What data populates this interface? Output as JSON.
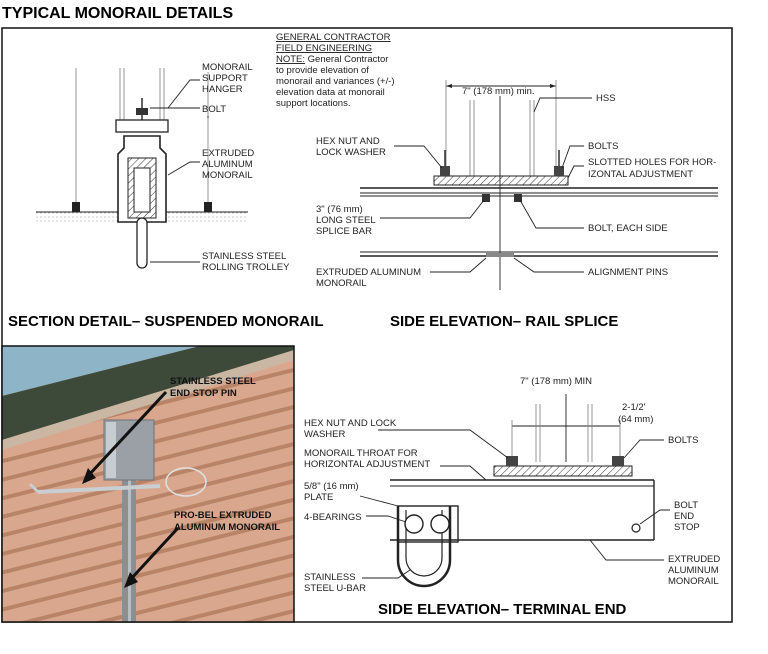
{
  "title": "TYPICAL MONORAIL DETAILS",
  "note": {
    "line1": "GENERAL CONTRACTOR",
    "line2": "FIELD ENGINEERING",
    "line3_note": "NOTE:",
    "line3_rest": " General Contractor",
    "line4": "to provide elevation of",
    "line5": "monorail and variances (+/-)",
    "line6": "elevation data at monorail",
    "line7": "support locations."
  },
  "section_detail": {
    "caption": "SECTION DETAIL– SUSPENDED MONORAIL",
    "labels": {
      "hanger1": "MONORAIL",
      "hanger2": "SUPPORT",
      "hanger3": "HANGER",
      "bolt": "BOLT",
      "ext1": "EXTRUDED",
      "ext2": "ALUMINUM",
      "ext3": "MONORAIL",
      "trolley1": "STAINLESS STEEL",
      "trolley2": "ROLLING TROLLEY"
    }
  },
  "rail_splice": {
    "caption": "SIDE ELEVATION– RAIL SPLICE",
    "labels": {
      "dim": "7\" (178 mm) min.",
      "hss": "HSS",
      "hex1": "HEX NUT AND",
      "hex2": "LOCK WASHER",
      "bolts": "BOLTS",
      "slot1": "SLOTTED HOLES FOR HOR-",
      "slot2": "IZONTAL ADJUSTMENT",
      "splice1": "3\" (76 mm)",
      "splice2": "LONG STEEL",
      "splice3": "SPLICE BAR",
      "bolt_each": "BOLT, EACH SIDE",
      "ext1": "EXTRUDED ALUMINUM",
      "ext2": "MONORAIL",
      "pins": "ALIGNMENT PINS"
    }
  },
  "photo": {
    "label_pin1": "STAINLESS STEEL",
    "label_pin2": "END  STOP PIN",
    "label_rail1": "PRO-BEL EXTRUDED",
    "label_rail2": "ALUMINUM MONORAIL"
  },
  "terminal_end": {
    "caption": "SIDE ELEVATION– TERMINAL END",
    "labels": {
      "dim": "7\" (178 mm) MIN",
      "dim2a": "2-1/2'",
      "dim2b": "(64 mm)",
      "hex1": "HEX NUT AND LOCK",
      "hex2": "WASHER",
      "bolts": "BOLTS",
      "throat1": "MONORAIL THROAT FOR",
      "throat2": "HORIZONTAL ADJUSTMENT",
      "plate1": "5/8\" (16 mm)",
      "plate2": "PLATE",
      "bearings": "4-BEARINGS",
      "stop1": "BOLT",
      "stop2": "END",
      "stop3": "STOP",
      "ext1": "EXTRUDED",
      "ext2": "ALUMINUM",
      "ext3": "MONORAIL",
      "ubar1": "STAINLESS",
      "ubar2": "STEEL U-BAR"
    }
  }
}
